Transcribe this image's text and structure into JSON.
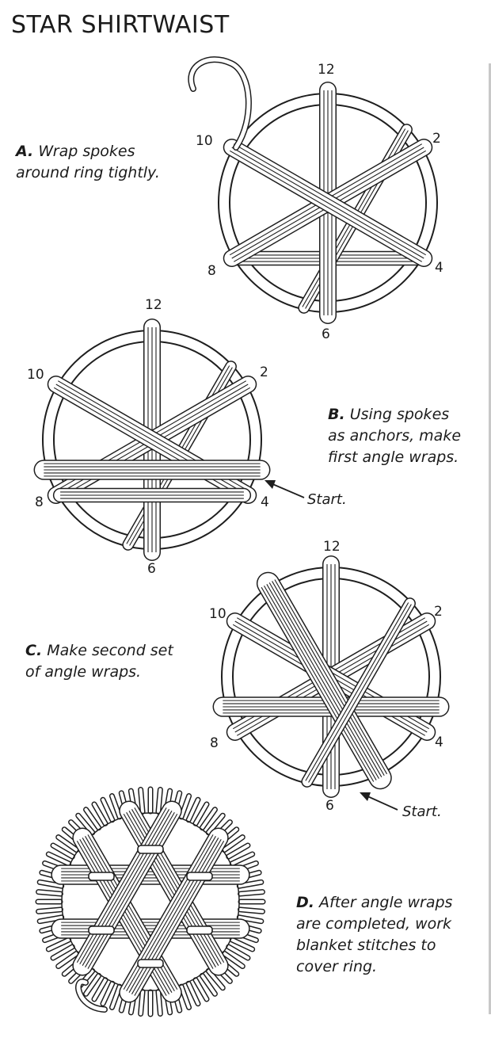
{
  "title": "STAR SHIRTWAIST",
  "start_label": "Start.",
  "clock_labels": [
    "12",
    "2",
    "4",
    "6",
    "8",
    "10"
  ],
  "steps": [
    {
      "letter": "A.",
      "lines": [
        "Wrap spokes",
        "around ring tightly."
      ]
    },
    {
      "letter": "B.",
      "lines": [
        "Using spokes",
        "as anchors, make",
        "first angle wraps."
      ]
    },
    {
      "letter": "C.",
      "lines": [
        "Make second set",
        "of angle wraps."
      ]
    },
    {
      "letter": "D.",
      "lines": [
        "After angle wraps",
        "are completed, work",
        "blanket stitches to",
        "cover ring."
      ]
    }
  ]
}
